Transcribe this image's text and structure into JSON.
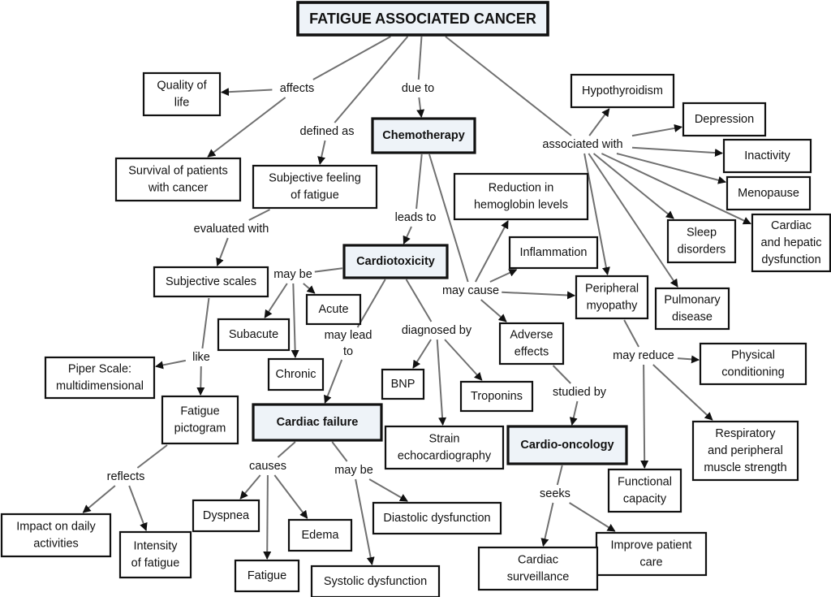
{
  "title": "FATIGUE ASSOCIATED CANCER",
  "nodes": {
    "root": {
      "lines": [
        "FATIGUE ASSOCIATED CANCER"
      ],
      "kind": "root"
    },
    "quality": {
      "lines": [
        "Quality of",
        "life"
      ]
    },
    "survival": {
      "lines": [
        "Survival of patients",
        "with cancer"
      ]
    },
    "subjective_feeling": {
      "lines": [
        "Subjective feeling",
        "of fatigue"
      ]
    },
    "chemotherapy": {
      "lines": [
        "Chemotherapy"
      ],
      "kind": "key"
    },
    "hypothyroidism": {
      "lines": [
        "Hypothyroidism"
      ]
    },
    "depression": {
      "lines": [
        "Depression"
      ]
    },
    "inactivity": {
      "lines": [
        "Inactivity"
      ]
    },
    "menopause": {
      "lines": [
        "Menopause"
      ]
    },
    "sleep": {
      "lines": [
        "Sleep",
        "disorders"
      ]
    },
    "cardiac_hepatic": {
      "lines": [
        "Cardiac",
        "and hepatic",
        "dysfunction"
      ]
    },
    "hemoglobin": {
      "lines": [
        "Reduction in",
        "hemoglobin levels"
      ]
    },
    "inflammation": {
      "lines": [
        "Inflammation"
      ]
    },
    "cardiotoxicity": {
      "lines": [
        "Cardiotoxicity"
      ],
      "kind": "key"
    },
    "subjective_scales": {
      "lines": [
        "Subjective scales"
      ]
    },
    "acute": {
      "lines": [
        "Acute"
      ]
    },
    "subacute": {
      "lines": [
        "Subacute"
      ]
    },
    "chronic": {
      "lines": [
        "Chronic"
      ]
    },
    "peripheral_myopathy": {
      "lines": [
        "Peripheral",
        "myopathy"
      ]
    },
    "pulmonary": {
      "lines": [
        "Pulmonary",
        "disease"
      ]
    },
    "adverse": {
      "lines": [
        "Adverse",
        "effects"
      ]
    },
    "piper": {
      "lines": [
        "Piper Scale:",
        "multidimensional"
      ]
    },
    "bnp": {
      "lines": [
        "BNP"
      ]
    },
    "troponins": {
      "lines": [
        "Troponins"
      ]
    },
    "physical": {
      "lines": [
        "Physical",
        "conditioning"
      ]
    },
    "pictogram": {
      "lines": [
        "Fatigue",
        "pictogram"
      ]
    },
    "cardiac_failure": {
      "lines": [
        "Cardiac failure"
      ],
      "kind": "key"
    },
    "strain": {
      "lines": [
        "Strain",
        "echocardiography"
      ]
    },
    "cardio_oncology": {
      "lines": [
        "Cardio-oncology"
      ],
      "kind": "key"
    },
    "respiratory": {
      "lines": [
        "Respiratory",
        "and peripheral",
        "muscle strength"
      ]
    },
    "functional": {
      "lines": [
        "Functional",
        "capacity"
      ]
    },
    "dyspnea": {
      "lines": [
        "Dyspnea"
      ]
    },
    "edema": {
      "lines": [
        "Edema"
      ]
    },
    "diastolic": {
      "lines": [
        "Diastolic dysfunction"
      ]
    },
    "impact": {
      "lines": [
        "Impact on daily",
        "activities"
      ]
    },
    "intensity": {
      "lines": [
        "Intensity",
        "of fatigue"
      ]
    },
    "improve": {
      "lines": [
        "Improve patient",
        "care"
      ]
    },
    "fatigue": {
      "lines": [
        "Fatigue"
      ]
    },
    "surveillance": {
      "lines": [
        "Cardiac",
        "surveillance"
      ]
    },
    "systolic": {
      "lines": [
        "Systolic dysfunction"
      ]
    }
  },
  "links": {
    "affects": {
      "lines": [
        "affects"
      ],
      "from": "root",
      "to": [
        "quality",
        "survival"
      ]
    },
    "defined_as": {
      "lines": [
        "defined as"
      ],
      "from": "root",
      "to": [
        "subjective_feeling"
      ]
    },
    "due_to": {
      "lines": [
        "due to"
      ],
      "from": "root",
      "to": [
        "chemotherapy"
      ]
    },
    "associated_with": {
      "lines": [
        "associated with"
      ],
      "from": "root",
      "to": [
        "hypothyroidism",
        "depression",
        "inactivity",
        "menopause",
        "sleep",
        "cardiac_hepatic",
        "peripheral_myopathy",
        "pulmonary"
      ]
    },
    "evaluated_with": {
      "lines": [
        "evaluated with"
      ],
      "from": "subjective_feeling",
      "to": [
        "subjective_scales"
      ]
    },
    "leads_to": {
      "lines": [
        "leads to"
      ],
      "from": "chemotherapy",
      "to": [
        "cardiotoxicity"
      ]
    },
    "may_cause": {
      "lines": [
        "may cause"
      ],
      "from": "chemotherapy",
      "to": [
        "hemoglobin",
        "inflammation",
        "peripheral_myopathy",
        "adverse"
      ]
    },
    "may_be_cardiotox": {
      "lines": [
        "may be"
      ],
      "from": "cardiotoxicity",
      "to": [
        "acute",
        "subacute",
        "chronic"
      ]
    },
    "may_lead_to": {
      "lines": [
        "may lead",
        "to"
      ],
      "from": "cardiotoxicity",
      "to": [
        "cardiac_failure"
      ]
    },
    "diagnosed_by": {
      "lines": [
        "diagnosed by"
      ],
      "from": "cardiotoxicity",
      "to": [
        "bnp",
        "troponins",
        "strain"
      ]
    },
    "like": {
      "lines": [
        "like"
      ],
      "from": "subjective_scales",
      "to": [
        "piper",
        "pictogram"
      ]
    },
    "studied_by": {
      "lines": [
        "studied by"
      ],
      "from": "adverse",
      "to": [
        "cardio_oncology"
      ]
    },
    "may_reduce": {
      "lines": [
        "may reduce"
      ],
      "from": "peripheral_myopathy",
      "to": [
        "physical",
        "respiratory",
        "functional"
      ]
    },
    "reflects": {
      "lines": [
        "reflects"
      ],
      "from": "pictogram",
      "to": [
        "impact",
        "intensity"
      ]
    },
    "causes": {
      "lines": [
        "causes"
      ],
      "from": "cardiac_failure",
      "to": [
        "dyspnea",
        "fatigue",
        "edema"
      ]
    },
    "may_be_failure": {
      "lines": [
        "may be"
      ],
      "from": "cardiac_failure",
      "to": [
        "diastolic",
        "systolic"
      ]
    },
    "seeks": {
      "lines": [
        "seeks"
      ],
      "from": "cardio_oncology",
      "to": [
        "surveillance",
        "improve"
      ]
    }
  }
}
